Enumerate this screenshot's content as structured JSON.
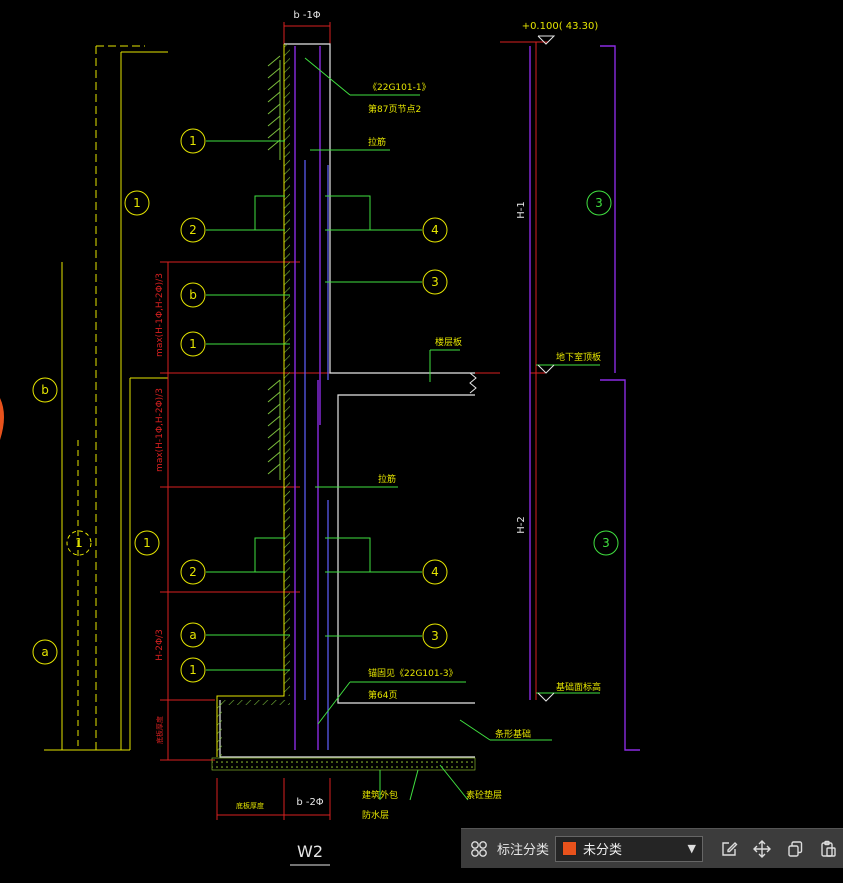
{
  "drawing": {
    "top_dim_label": "b -1Φ",
    "bottom_dim_label": "b -2Φ",
    "bottom_left_dim_label": "底板厚度",
    "elevation_label": "+0.100(  43.30)",
    "title": "W2",
    "note_ref1_line1": "《22G101-1》",
    "note_ref1_line2": "第87页节点2",
    "note_tie1": "拉筋",
    "note_tie2": "拉筋",
    "note_slab": "楼层板",
    "note_basement_top": "地下室顶板",
    "note_ref2_line1": "锚固见《22G101-3》",
    "note_ref2_line2": "第64页",
    "note_foundation_top": "基础面标高",
    "note_foundation": "条形基础",
    "note_waterproof_left_1": "建筑外包",
    "note_waterproof_left_2": "防水层",
    "note_cushion": "素砼垫层",
    "label_H1": "H-1",
    "label_H2": "H-2",
    "label_max1": "max(H-1Φ,H-2Φ)/3",
    "label_max2": "max(H-1Φ,H-2Φ)/3",
    "label_h2_3": "H-2Φ/3",
    "label_bottom_thk": "底板厚度",
    "circle_1": "1",
    "circle_2": "2",
    "circle_3": "3",
    "circle_4": "4",
    "circle_a": "a",
    "circle_b": "b"
  },
  "toolbar": {
    "grid_icon": "grid-icon",
    "label": "标注分类",
    "select_value": "未分类",
    "swatch_color": "#e8521c",
    "edit_icon": "edit-icon",
    "move_icon": "move-icon",
    "copy_icon": "copy-icon",
    "paste_icon": "paste-icon"
  }
}
